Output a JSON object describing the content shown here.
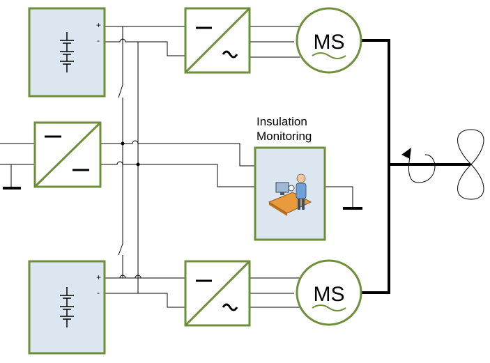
{
  "labels": {
    "insulation_line1": "Insulation",
    "insulation_line2": "Monitoring",
    "motor_top": "MS",
    "motor_bottom": "MS",
    "plus_top": "+",
    "minus_top": "-",
    "plus_bottom": "+",
    "minus_bottom": "-"
  },
  "colors": {
    "box_border": "#6e8f3a",
    "box_fill": "#dce6f1",
    "converter_fill": "#ffffff",
    "wire": "#000000"
  },
  "icons": {
    "battery": "battery-stack-icon",
    "inverter": "dc-ac-converter-icon",
    "dcdc": "dc-dc-converter-icon",
    "monitor": "insulation-monitor-person-icon",
    "motor": "synchronous-motor-icon",
    "propeller": "propeller-icon",
    "ground": "ground-icon"
  }
}
